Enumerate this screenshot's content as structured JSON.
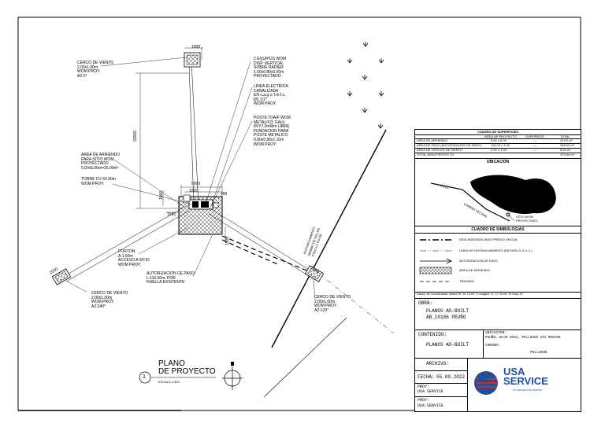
{
  "drawing": {
    "dims": {
      "d1000": "1000",
      "d20000": "20000",
      "d5000": "5000",
      "d1500": "1500",
      "d400": "400",
      "d1000b": "1000",
      "d1500b": "1500",
      "d2000a": "2000",
      "d2000b": "2000"
    },
    "notes": {
      "cerco_top": "CERCO DE VIENTO\n2.00x1.00m\nWOM PROY.\nAZ:0°",
      "equipos": "2 EQUIPOS WOM\nDISP. VERTICAL\nSOBRE RADIER\n1.60x0.80x0.20m\nPROYECTADO",
      "linea": "LINEA ELECTRICA\nCANALIZADA\nEN c.a.g.v. f.m.f.c.\nØ1 1/2\"\nWOM PROY.",
      "poste": "POSTE TDA/F WOM\nMETALICO GALV.\n8VY7.0mWm LIBRE\nFUNDACION PARA\nPOSTE METALICO\n0.80x0.80x1.10m\nWOM PROY.",
      "area": "AREA DE ARRIENDO\nPARA SITIO WOM\nPROYECTADO\n5.00x5.00m=25.00m²",
      "torre": "TORRE CV 60.00m\nWOM PROY.",
      "porton": "PORTON\nA:1.50m\nACCESO A SITIO\nWOM PROY.",
      "autorizacion": "AUTORIZACION DE PASO\nL:116.00m. POR\nHUELLA EXISTENTE",
      "cerco_left": "CERCO DE VIENTO\n2.00x1.00m\nWOM PROY.\nAZ:240°",
      "cerco_right": "CERCO DE VIENTO\n2.00x1.00m\nWOM PROY.\nAZ:120°",
      "distanciamiento": "DISTANCIAMIENTO\nMINIMO DE 90m EN\nTODO LA VIA DE"
    },
    "plan_title": "PLANO\nDE PROYECTO",
    "plan_number": "1",
    "plan_scale": "ESCALA 1:300"
  },
  "table": {
    "header": "CUADRO DE SUPERFICIES",
    "cols": [
      "AREA DE PROYECTO",
      "SUPERFICIE",
      "TOTAL"
    ],
    "rows": [
      [
        "AREA DE ARRIENDO",
        "5.00 x 5.00",
        "—",
        "25.00 m²"
      ],
      [
        "AREA DE PASO (AUTORIZACION DE PASO)",
        "116.00 x 3.00",
        "—",
        "348.00 m²"
      ],
      [
        "AREA DE CERCOS DE VIENTO",
        "2.00 x 1.00",
        "—",
        "6.00 m²"
      ],
      [
        "TOTAL AREA PROYECTO",
        "",
        "",
        "379.00 m²"
      ]
    ]
  },
  "ubicacion": {
    "title": "UBICACION",
    "road_label": "RUTA",
    "road2_label": "CAMINO VECINAL",
    "site_label": "SITIO WOM\nPROYECTADO"
  },
  "simbologias": {
    "title": "CUADRO DE SIMBOLOGIAS",
    "items": [
      "DESLINDE/DESLINDE PREDIO OFICIAL",
      "LINEA DE DISTANCIAMIENTO (REGION O.G.U.C.)",
      "AUTORIZACION DE PASO",
      "AREA DE ARRIENDO",
      "TRAZADO"
    ]
  },
  "coords": "Datum: 84 Coordenadas: latitud 35° 20' 10.00\" S Longitud 71° 17' 00.00\" W Huso 19",
  "obra": {
    "label": "OBRA:",
    "line1": "PLANOS AS-BUILT",
    "line2": "AB_10186 PEUÑO"
  },
  "contenido": {
    "label": "CONTENIDO:",
    "value": "PLANOS AS-BUILT"
  },
  "ubicacion_box": {
    "label": "UBICACION:",
    "value": "PEUÑO, BAJO N262, PELLUHUE VII REGION",
    "comuna_label": "COMUNA:",
    "comuna": "PELLUHUE"
  },
  "archivo": {
    "label": "ARCHIVO:"
  },
  "fecha": {
    "label": "FECHA:",
    "value": "05.09.2022"
  },
  "proy1": {
    "label": "PROY:",
    "value": "USA SERVICE"
  },
  "proy2": {
    "label": "PROY:",
    "value": "USA SERVICE"
  },
  "logo": {
    "line1": "USA",
    "line2": "SERVICE",
    "tagline": "Un servicio a tu servicio"
  },
  "colors": {
    "logo_blue": "#1f4e9c",
    "logo_red": "#d12a2a"
  }
}
